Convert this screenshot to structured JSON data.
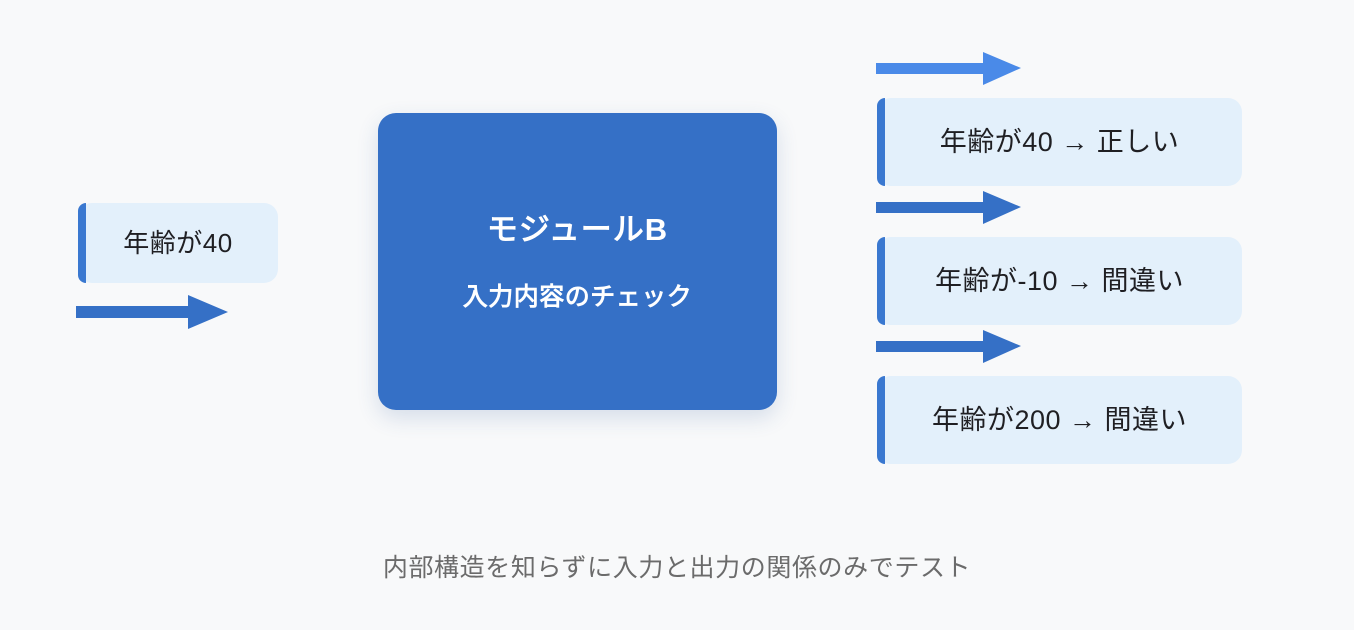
{
  "diagram": {
    "background_color": "#f8f9fa",
    "input": {
      "label": "年齢が40",
      "accent_color": "#3a78d0",
      "fill_color": "#e3f0fb"
    },
    "module": {
      "title": "モジュールB",
      "subtitle": "入力内容のチェック",
      "fill_color": "#3570c6",
      "text_color": "#ffffff"
    },
    "outputs": [
      {
        "label": "年齢が40 → 正しい"
      },
      {
        "label": "年齢が-10 → 間違い"
      },
      {
        "label": "年齢が200 → 間違い"
      }
    ],
    "arrows": [
      {
        "name": "input-arrow",
        "color": "#3570c6"
      },
      {
        "name": "output-arrow-1",
        "color": "#4a8ae8"
      },
      {
        "name": "output-arrow-2",
        "color": "#3570c6"
      },
      {
        "name": "output-arrow-3",
        "color": "#3570c6"
      }
    ],
    "caption": "内部構造を知らずに入力と出力の関係のみでテスト",
    "caption_color": "#6b6b6b"
  }
}
